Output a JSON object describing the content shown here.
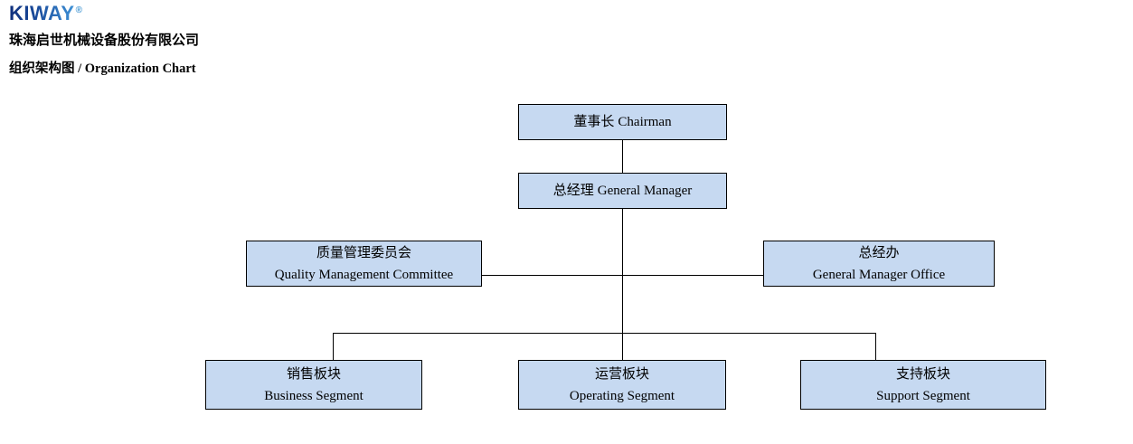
{
  "header": {
    "logo_text": "KIWAY",
    "logo_reg": "®",
    "company_name": "珠海启世机械设备股份有限公司",
    "chart_title": "组织架构图 / Organization Chart"
  },
  "colors": {
    "logo_blue_dark": "#0f2f7c",
    "logo_blue_light": "#3f93d8",
    "box_fill": "#c6d9f1",
    "box_border": "#000000",
    "connector_line": "#000000",
    "text": "#000000",
    "background": "#ffffff"
  },
  "org": {
    "chairman": {
      "zh": "董事长",
      "en": "Chairman"
    },
    "general_manager": {
      "zh": "总经理",
      "en": "General Manager"
    },
    "quality_committee": {
      "zh": "质量管理委员会",
      "en": "Quality Management Committee"
    },
    "gm_office": {
      "zh": "总经办",
      "en": "General Manager Office"
    },
    "business_segment": {
      "zh": "销售板块",
      "en": "Business Segment"
    },
    "operating_segment": {
      "zh": "运营板块",
      "en": "Operating Segment"
    },
    "support_segment": {
      "zh": "支持板块",
      "en": "Support Segment"
    }
  }
}
